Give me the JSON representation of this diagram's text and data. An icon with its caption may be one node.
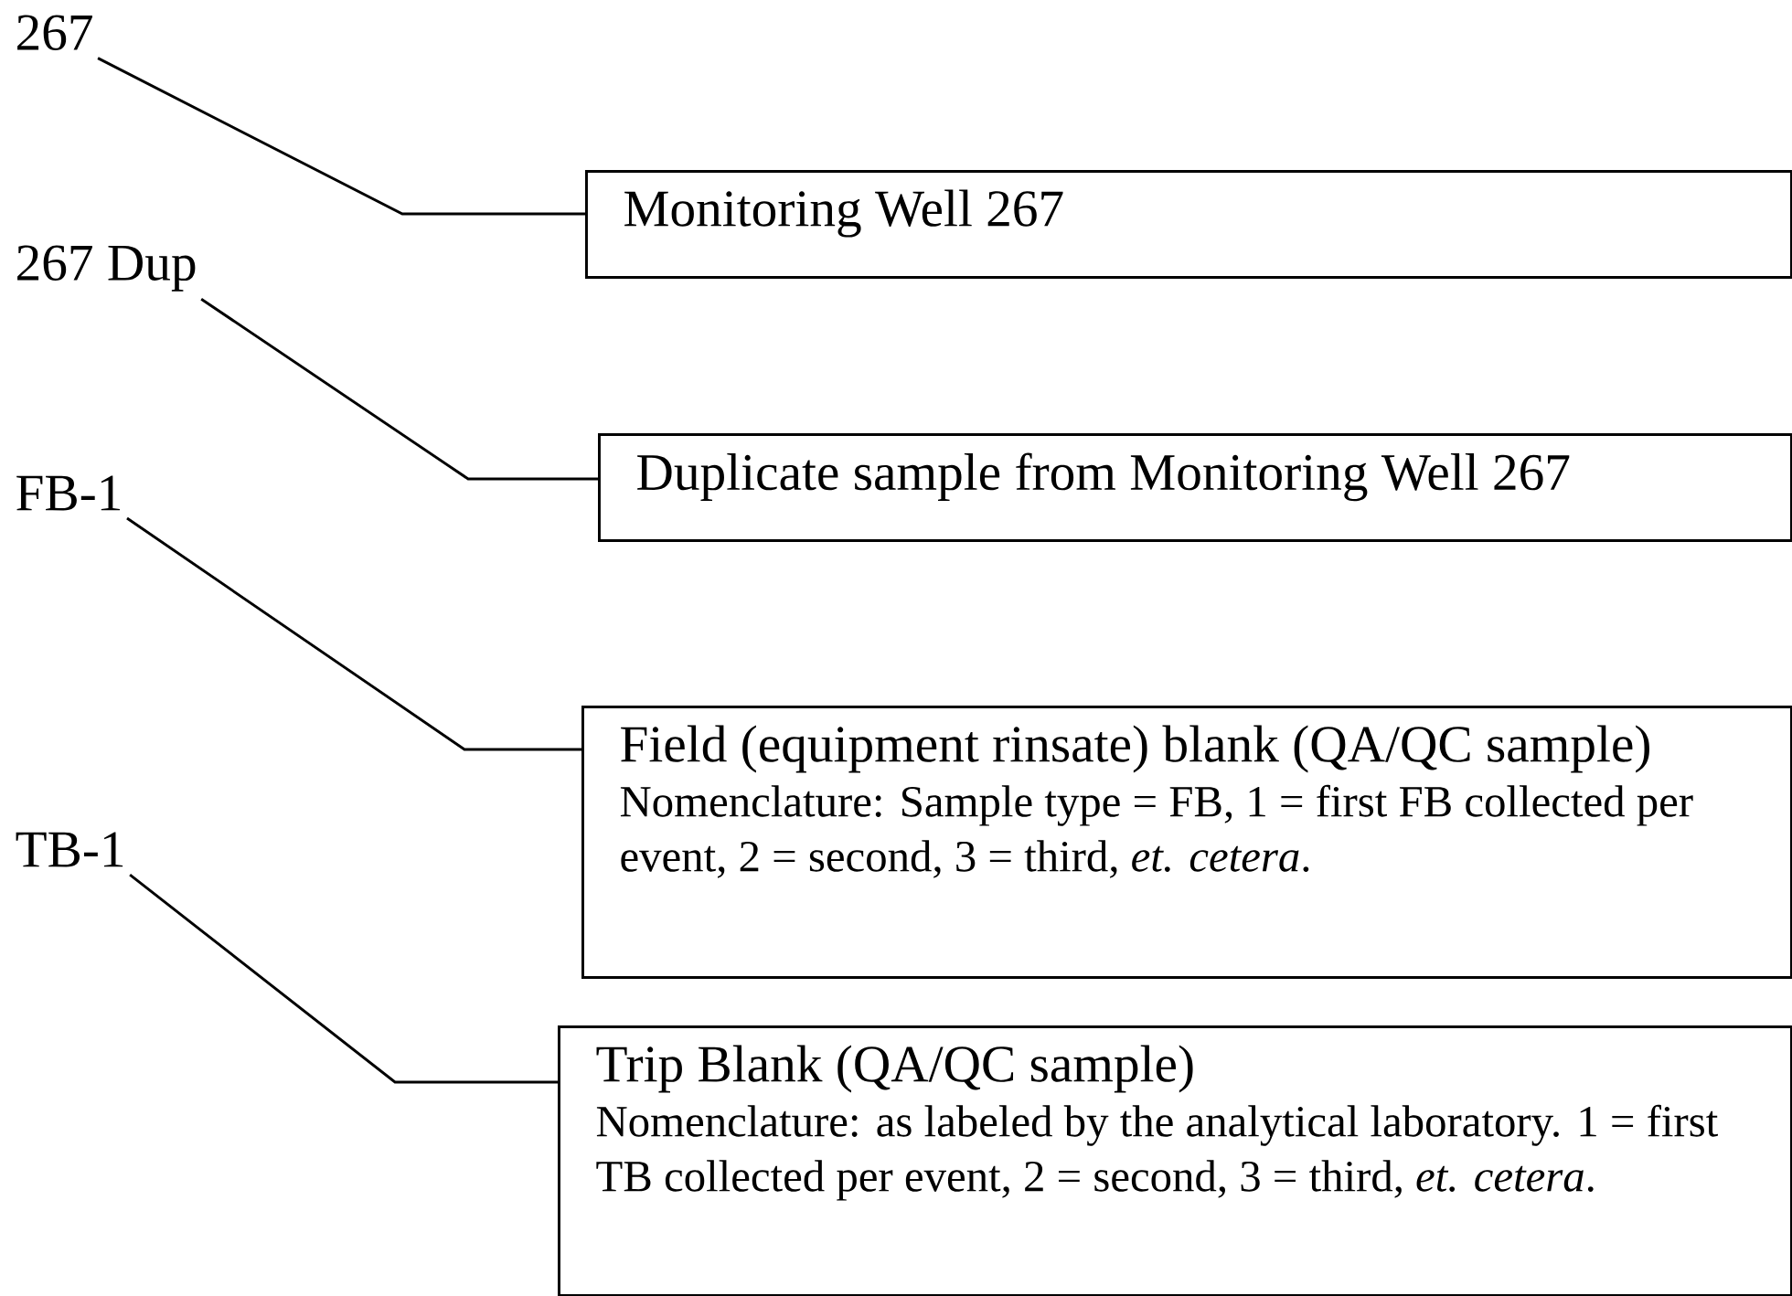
{
  "diagram": {
    "nodes": [
      {
        "text": [
          "267"
        ]
      },
      {
        "text": [
          "Monitoring Well 267"
        ]
      },
      {
        "text": [
          "267 Dup"
        ]
      },
      {
        "text": [
          "Duplicate sample from Monitoring Well 267"
        ]
      },
      {
        "text": [
          "FB-1"
        ]
      },
      {
        "text": [
          "Field (equipment rinsate) blank (QA/QC sample)",
          "Nomenclature: Sample type = FB, 1 = first FB collected per event, 2 = second, 3 = third, *et. cetera*."
        ]
      },
      {
        "text": [
          "TB-1"
        ]
      },
      {
        "text": [
          "Trip Blank (QA/QC sample)",
          "Nomenclature: as labeled by the analytical laboratory. 1 = first TB collected per event, 2 = second, 3 = third, *et. cetera*."
        ]
      }
    ],
    "edges": [
      {
        "from": 0,
        "to": 1,
        "arrow": "none"
      },
      {
        "from": 2,
        "to": 3,
        "arrow": "none"
      },
      {
        "from": 4,
        "to": 5,
        "arrow": "none"
      },
      {
        "from": 6,
        "to": 7,
        "arrow": "none"
      }
    ]
  }
}
